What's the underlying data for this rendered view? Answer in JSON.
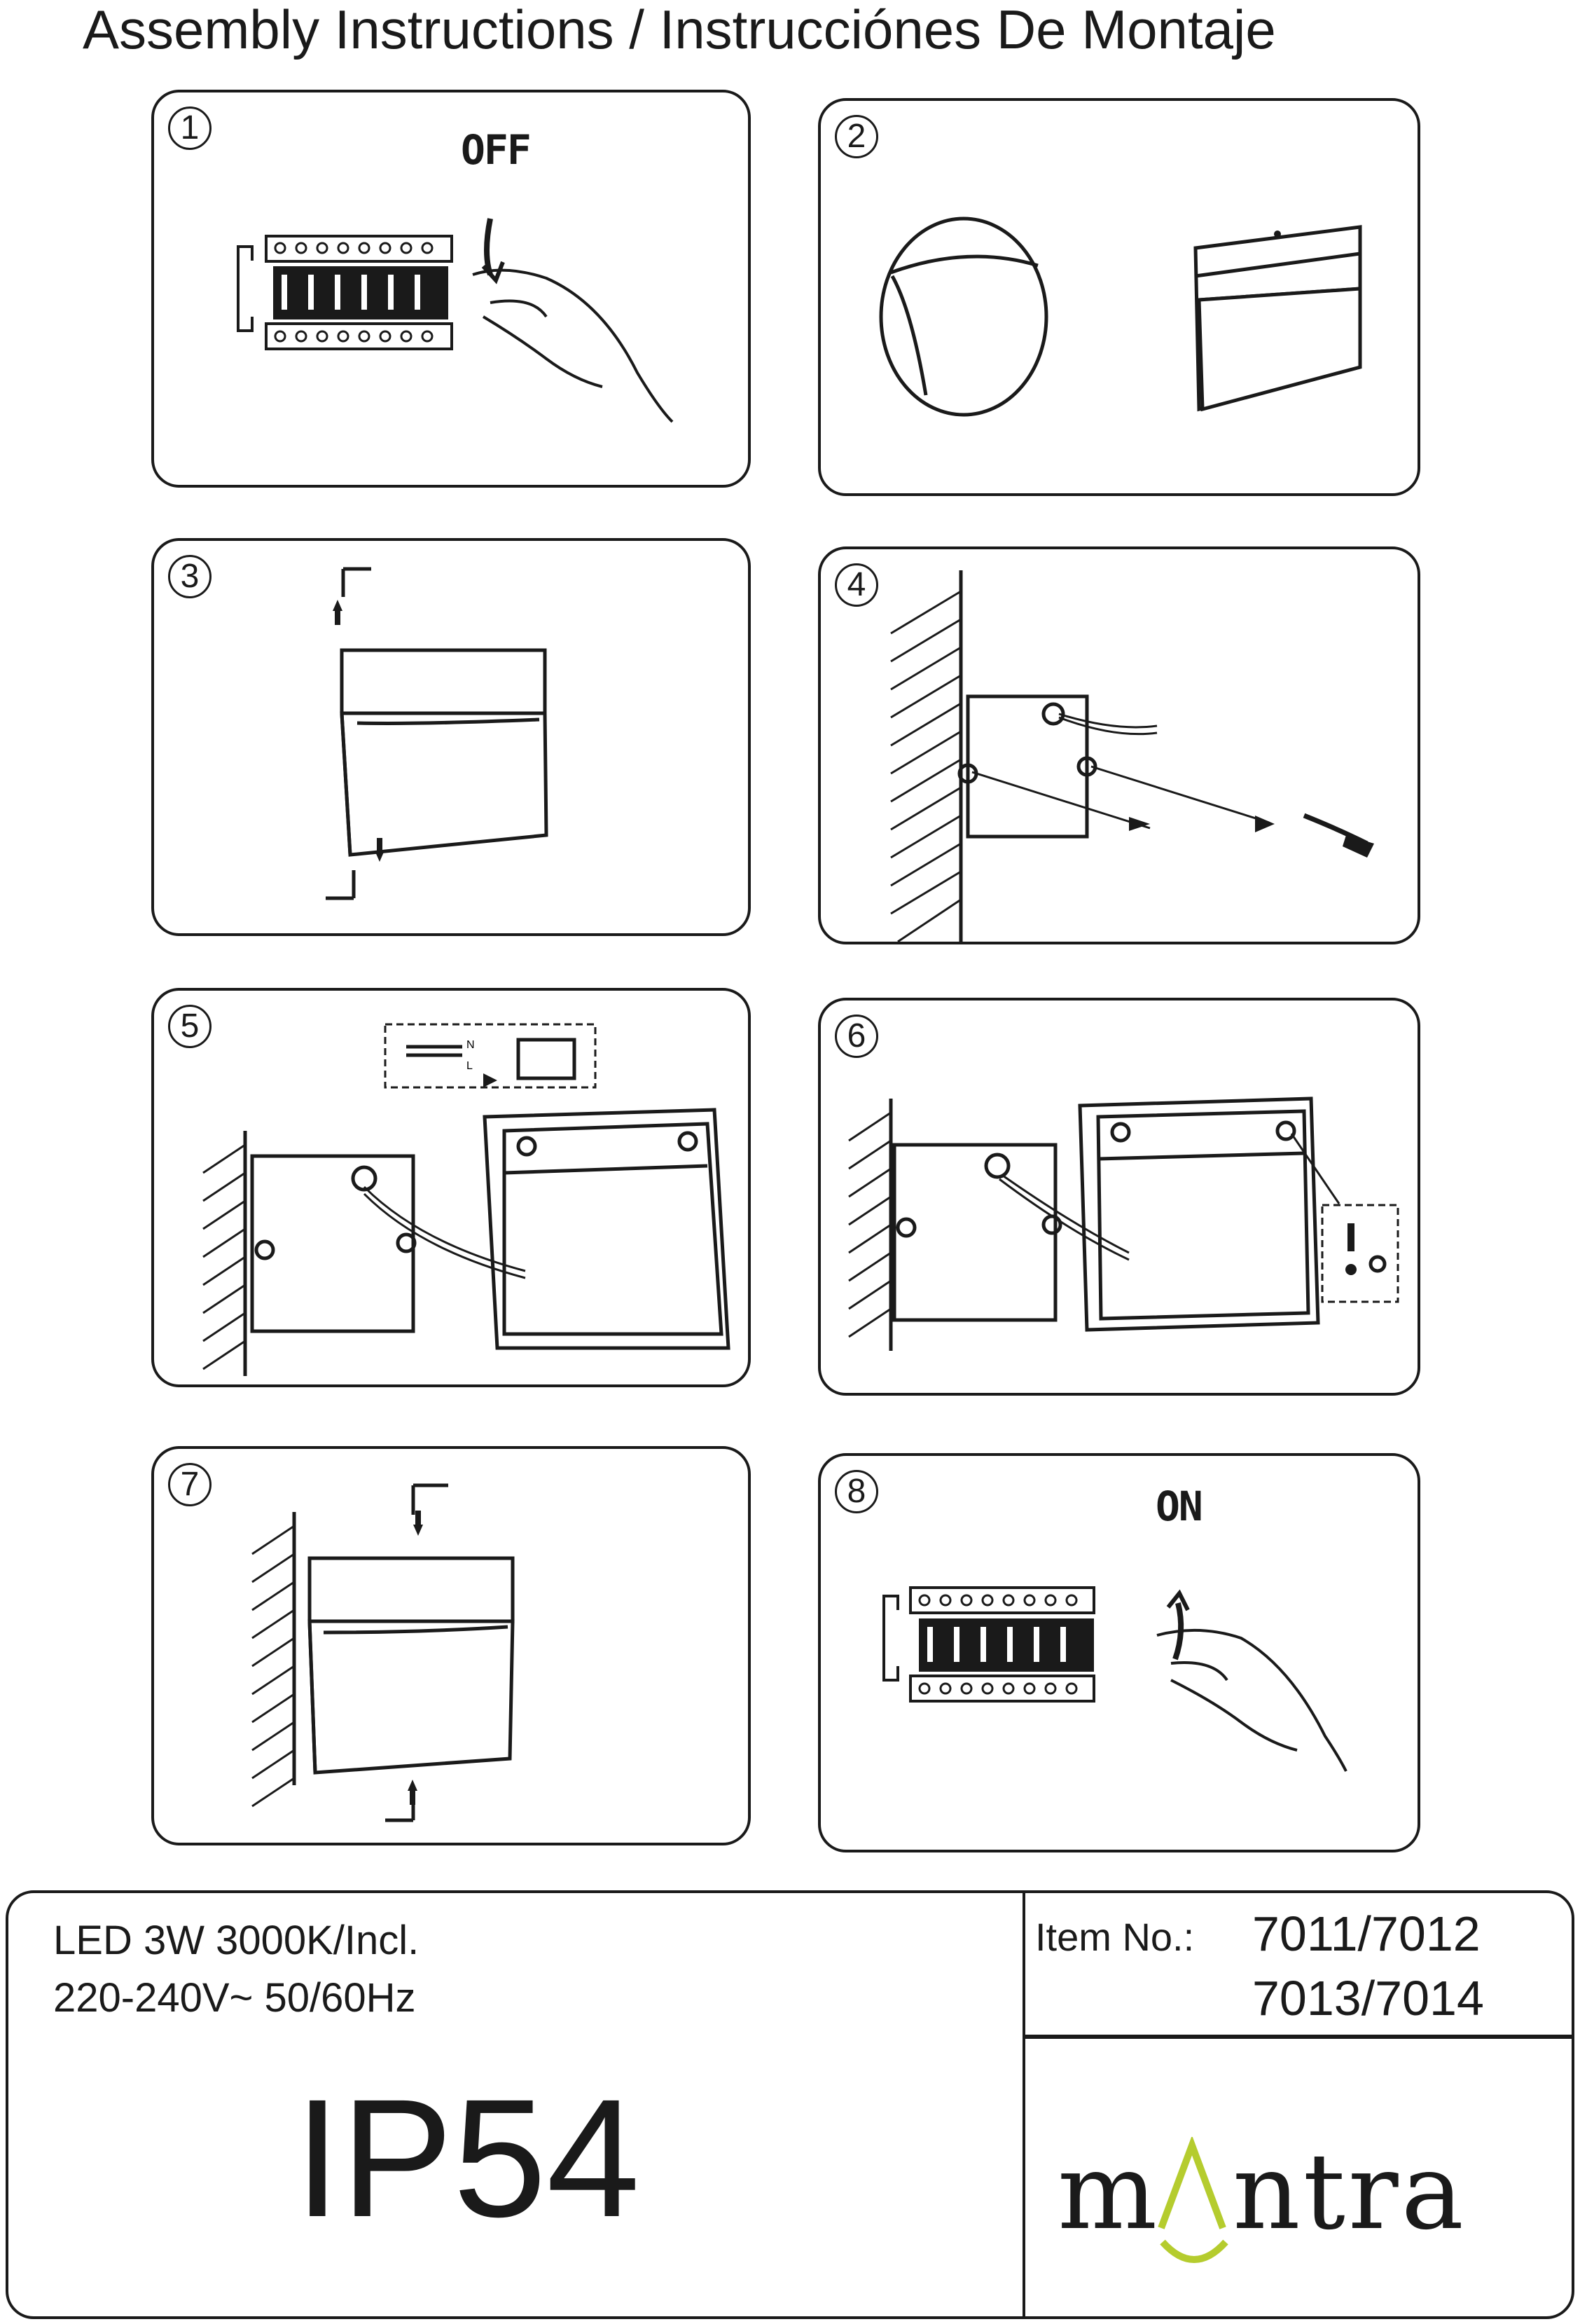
{
  "header": {
    "title": "Assembly Instructions / Instrucciónes De Montaje"
  },
  "steps": [
    {
      "number": "1",
      "label": "OFF"
    },
    {
      "number": "2"
    },
    {
      "number": "3"
    },
    {
      "number": "4"
    },
    {
      "number": "5",
      "wire_labels": [
        "N",
        "L"
      ]
    },
    {
      "number": "6"
    },
    {
      "number": "7"
    },
    {
      "number": "8",
      "label": "ON"
    }
  ],
  "specs": {
    "line1": "LED 3W 3000K/Incl.",
    "line2": "220-240V~ 50/60Hz",
    "ip_rating": "IP54"
  },
  "item": {
    "label": "Item No.:",
    "numbers_line1": "7011/7012",
    "numbers_line2": "7013/7014"
  },
  "brand": {
    "name": "mantra",
    "accent_color": "#b5cc2e"
  }
}
